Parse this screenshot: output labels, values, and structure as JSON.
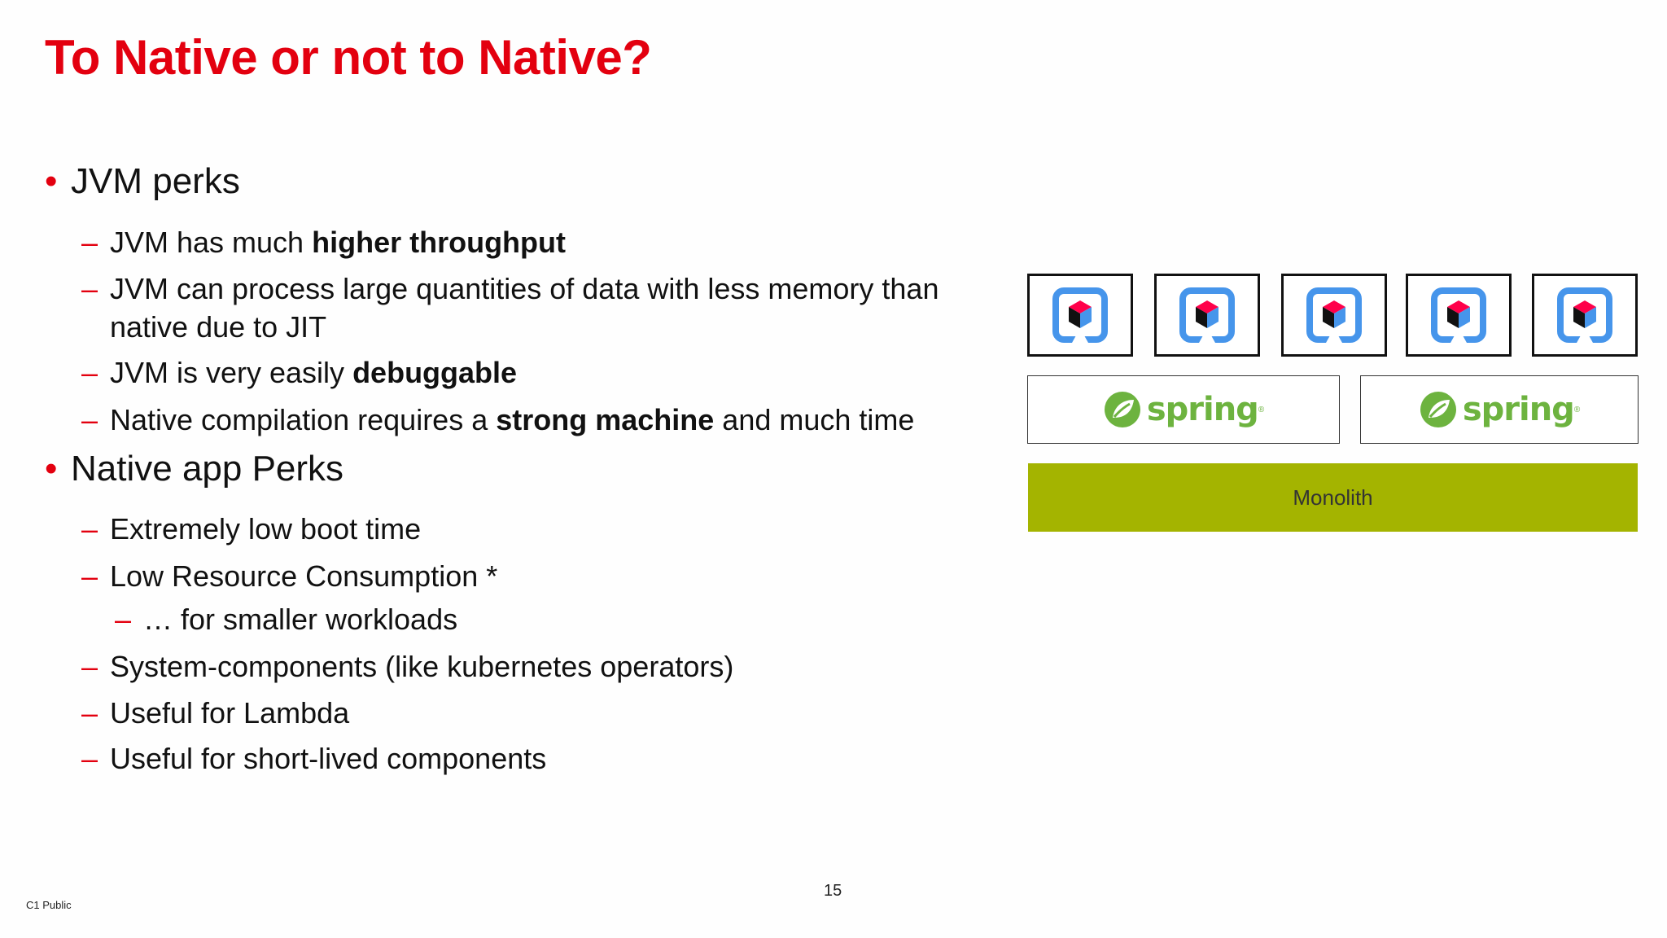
{
  "slide": {
    "title": "To Native or not to Native?",
    "bullet_glyph": "•",
    "dash_glyph": "–",
    "jvm": {
      "heading": "JVM perks",
      "items": [
        {
          "pre": "JVM has much ",
          "bold": "higher throughput",
          "post": ""
        },
        {
          "pre": "JVM can process large quantities of data with less memory than native due to JIT",
          "bold": "",
          "post": ""
        },
        {
          "pre": "JVM is very easily ",
          "bold": "debuggable",
          "post": ""
        },
        {
          "pre": "Native compilation requires a ",
          "bold": "strong machine",
          "post": " and much time"
        }
      ]
    },
    "native": {
      "heading": "Native app Perks",
      "items": [
        "Extremely low boot time",
        "Low Resource Consumption *",
        "… for smaller workloads",
        "System-components (like kubernetes operators)",
        "Useful for Lambda",
        "Useful for short-lived components"
      ]
    },
    "diagram": {
      "quarkus_icon": "quarkus-logo-icon",
      "spring_icon": "spring-leaf-icon",
      "spring_label": "spring",
      "monolith_label": "Monolith",
      "colors": {
        "quarkus_blue": "#4695eb",
        "quarkus_red": "#ff004a",
        "spring_green": "#6db33f",
        "monolith_bg": "#a4b400",
        "title_red": "#e3000f"
      }
    },
    "page_number": "15",
    "classification": "C1 Public"
  }
}
